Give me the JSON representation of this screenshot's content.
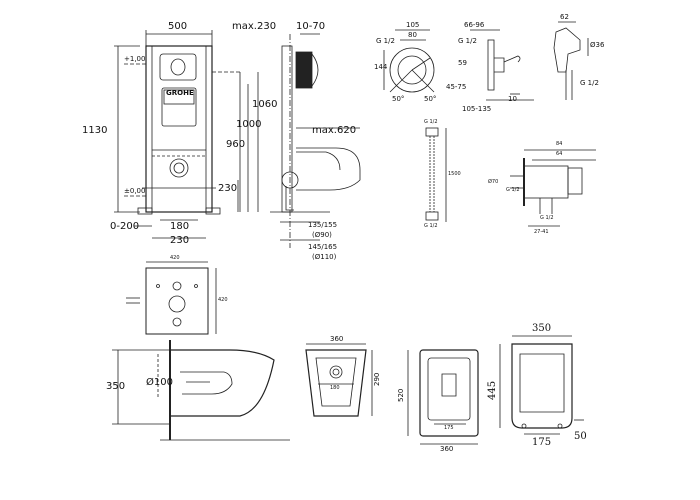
{
  "brand": "GROHE",
  "frame": {
    "width": "500",
    "reach": "max.230",
    "depth": "10-70",
    "h_total": "1130",
    "h_1060": "1060",
    "h_1000": "1000",
    "h_960": "960",
    "h_230": "230",
    "level_top": "+1,00",
    "level_zero": "±0,00",
    "bottom_range": "0-200",
    "b_180": "180",
    "b_230": "230",
    "pan_reach": "max.620",
    "pipe_small": "135/155",
    "pipe_small_d": "(Ø90)",
    "pipe_large": "145/165",
    "pipe_large_d": "(Ø110)"
  },
  "valve": {
    "w105": "105",
    "w80": "80",
    "w66": "66-96",
    "thread_left": "G 1/2",
    "thread_right": "G 1/2",
    "h144": "144",
    "h59": "59",
    "range45": "45-75",
    "w10": "10",
    "range105": "105-135",
    "angle_left": "50°",
    "angle_right": "50°"
  },
  "sprayer": {
    "w62": "62",
    "diameter": "Ø36",
    "thread": "G 1/2"
  },
  "hose": {
    "thread_top": "G 1/2",
    "thread_bottom": "G 1/2",
    "length": "1500"
  },
  "elbow": {
    "w84": "84",
    "w64": "64",
    "d70": "Ø70",
    "thread_left": "G 1/2",
    "thread_bottom": "G 1/2",
    "range": "27-41"
  },
  "plate": {
    "w": "420",
    "h": "420"
  },
  "bowl_side": {
    "h350": "350",
    "d100": "Ø100"
  },
  "bowl_top": {
    "w360": "360",
    "h290": "290",
    "c180": "180"
  },
  "seat_top": {
    "h520": "520",
    "c175": "175",
    "w360": "360"
  },
  "seat_front": {
    "w350": "350",
    "h445": "445",
    "c175": "175",
    "w50": "50"
  }
}
